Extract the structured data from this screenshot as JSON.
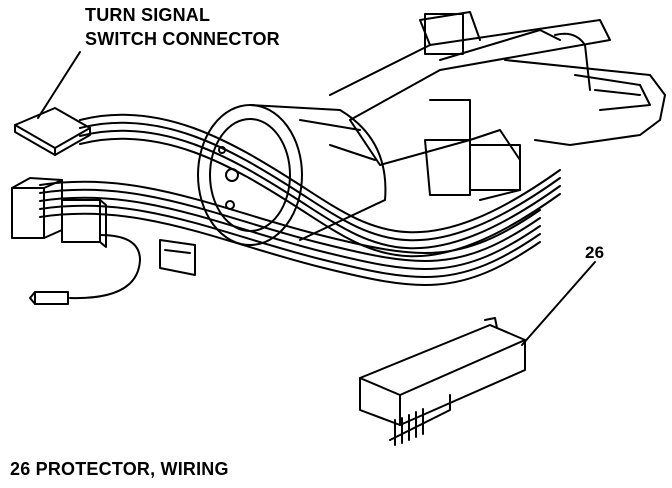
{
  "labels": {
    "connector_line1": "TURN SIGNAL",
    "connector_line2": "SWITCH CONNECTOR",
    "callout_number": "26",
    "legend": "26 PROTECTOR, WIRING"
  },
  "colors": {
    "ink": "#000000",
    "paper": "#ffffff"
  }
}
